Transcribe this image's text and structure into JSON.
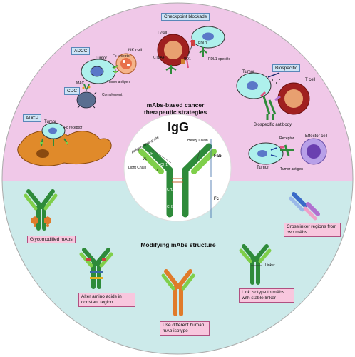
{
  "top": {
    "title": "mAbs-based cancer therapeutic strategies",
    "adcc": "ADCC",
    "cdc": "CDC",
    "adcp": "ADCP",
    "checkpoint": "Checkpoint blockade",
    "bispecific": "Biospecific",
    "tumor": "Tumor",
    "t_cell": "T cell",
    "nk_cell": "NK cell",
    "fc_receptor": "Fc receptor",
    "tumor_antigen": "Tumor antigen",
    "mac": "MAC",
    "complement": "Complement",
    "ctla4": "CTLA4",
    "pd1": "PD1",
    "pdl1": "PDL1",
    "pdl1_specific": "PDL1-specific",
    "bispecific_antibody": "Biospecific antibody",
    "receptor": "Receptor",
    "effector_cell": "Effector cell"
  },
  "center": {
    "title": "IgG",
    "fab": "Fab",
    "fc": "Fc",
    "heavy_chain": "Heavy Chain",
    "light_chain": "Light Chain",
    "antigen_binding_site": "Antigen binding site",
    "vh": "VH",
    "vl": "VL",
    "ch1": "CH1",
    "cl": "CL",
    "ch2": "CH2",
    "ch3": "CH3"
  },
  "bottom": {
    "title": "Modifying mAbs structure",
    "glyco": "Glycomodified mAbs",
    "alter": "Alter amino acids in constant region",
    "isotype": "Use different human mAb isotype",
    "link": "Link isotype to mAbs with stable linker",
    "linker": "Linker",
    "crosslinker": "Crosslinker regions from rwo mAbs"
  },
  "colors": {
    "top_bg": "#f0c8e8",
    "bottom_bg": "#cceaea",
    "ab_green": "#2e8b3a",
    "ab_light": "#7fcf4a",
    "isotype_orange": "#e07b2a"
  }
}
